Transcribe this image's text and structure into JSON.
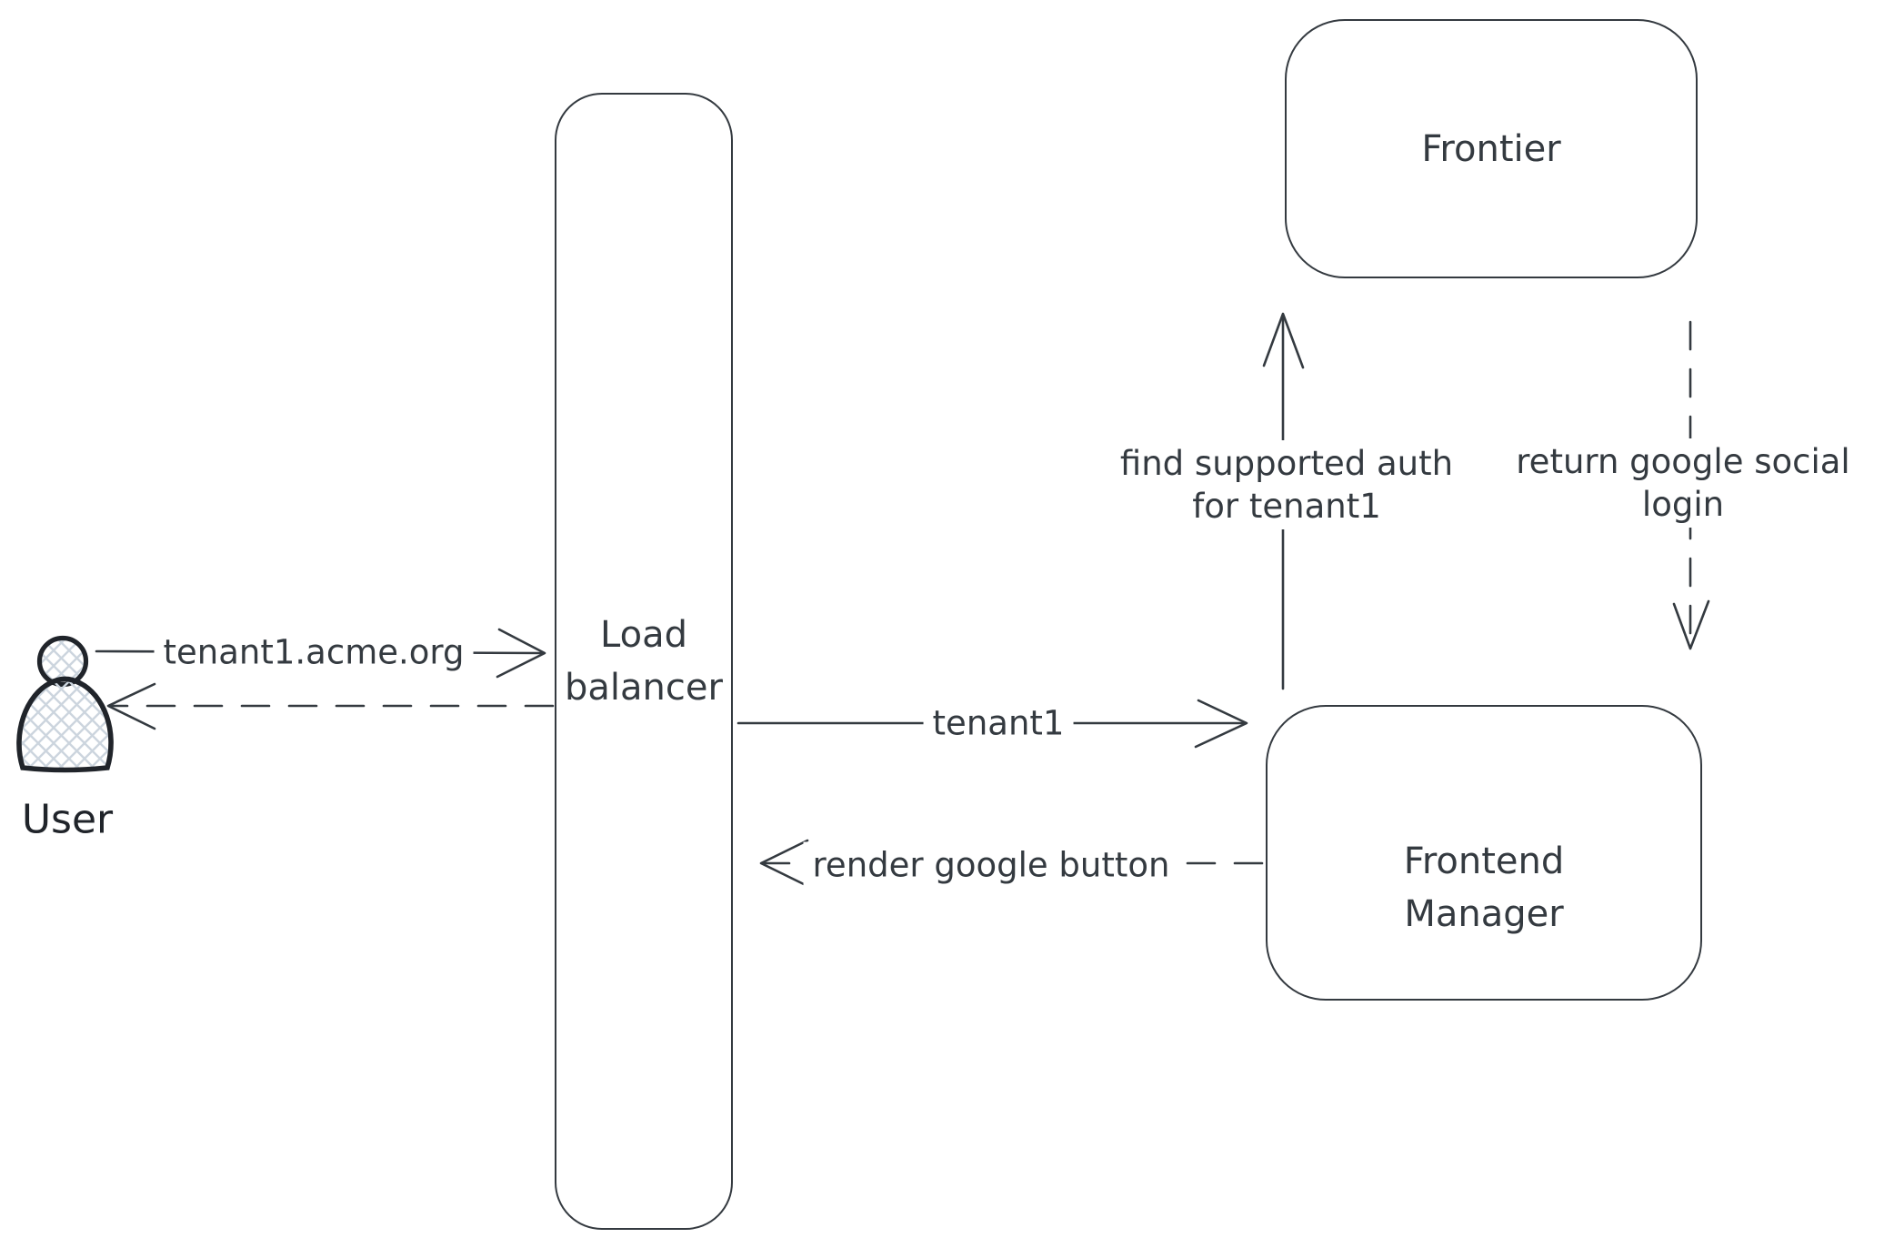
{
  "diagram": {
    "colors": {
      "stroke": "#343a40",
      "icon_stroke": "#20242a",
      "hatch_fill": "#ccd5de",
      "background": "#ffffff"
    },
    "nodes": {
      "user": {
        "label": "User",
        "icon": "user-icon"
      },
      "load_balancer": {
        "lines": [
          "Load",
          "balancer"
        ]
      },
      "frontier": {
        "label": "Frontier"
      },
      "frontend_manager": {
        "lines": [
          "Frontend",
          "Manager"
        ]
      }
    },
    "edges": {
      "request": {
        "label": "tenant1.acme.org",
        "style": "solid"
      },
      "response": {
        "style": "dashed"
      },
      "tenant1": {
        "label": "tenant1",
        "style": "solid"
      },
      "render_google_button": {
        "label": "render google button",
        "style": "dashed"
      },
      "find_supported_auth": {
        "lines": [
          "find supported auth",
          "for tenant1"
        ],
        "style": "solid"
      },
      "return_google_social_login": {
        "lines": [
          "return google social",
          "login"
        ],
        "style": "dashed"
      }
    }
  }
}
